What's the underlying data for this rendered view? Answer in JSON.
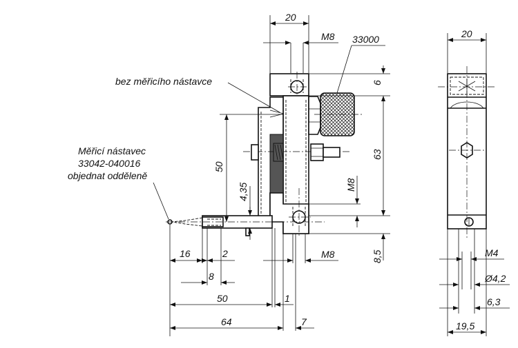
{
  "notes": {
    "without_tip": "bez měřicího nástavce",
    "tip_line1": "Měřicí nástavec",
    "tip_line2": "33042-040016",
    "tip_line3": "objednat odděleně",
    "knob_ref": "33000"
  },
  "dims": {
    "top_width": "20",
    "thread_top": "M8",
    "height_6": "6",
    "height_63": "63",
    "height_8_5": "8,5",
    "vert_50": "50",
    "vert_4_35": "4,35",
    "thread_mid": "M8",
    "thread_bottom": "M8",
    "w16": "16",
    "w2": "2",
    "w8": "8",
    "w50": "50",
    "w1": "1",
    "w64": "64",
    "w7": "7",
    "side_width": "20",
    "side_m4": "M4",
    "side_d4_2": "Ø4,2",
    "side_6_3": "6,3",
    "side_19_5": "19,5"
  }
}
